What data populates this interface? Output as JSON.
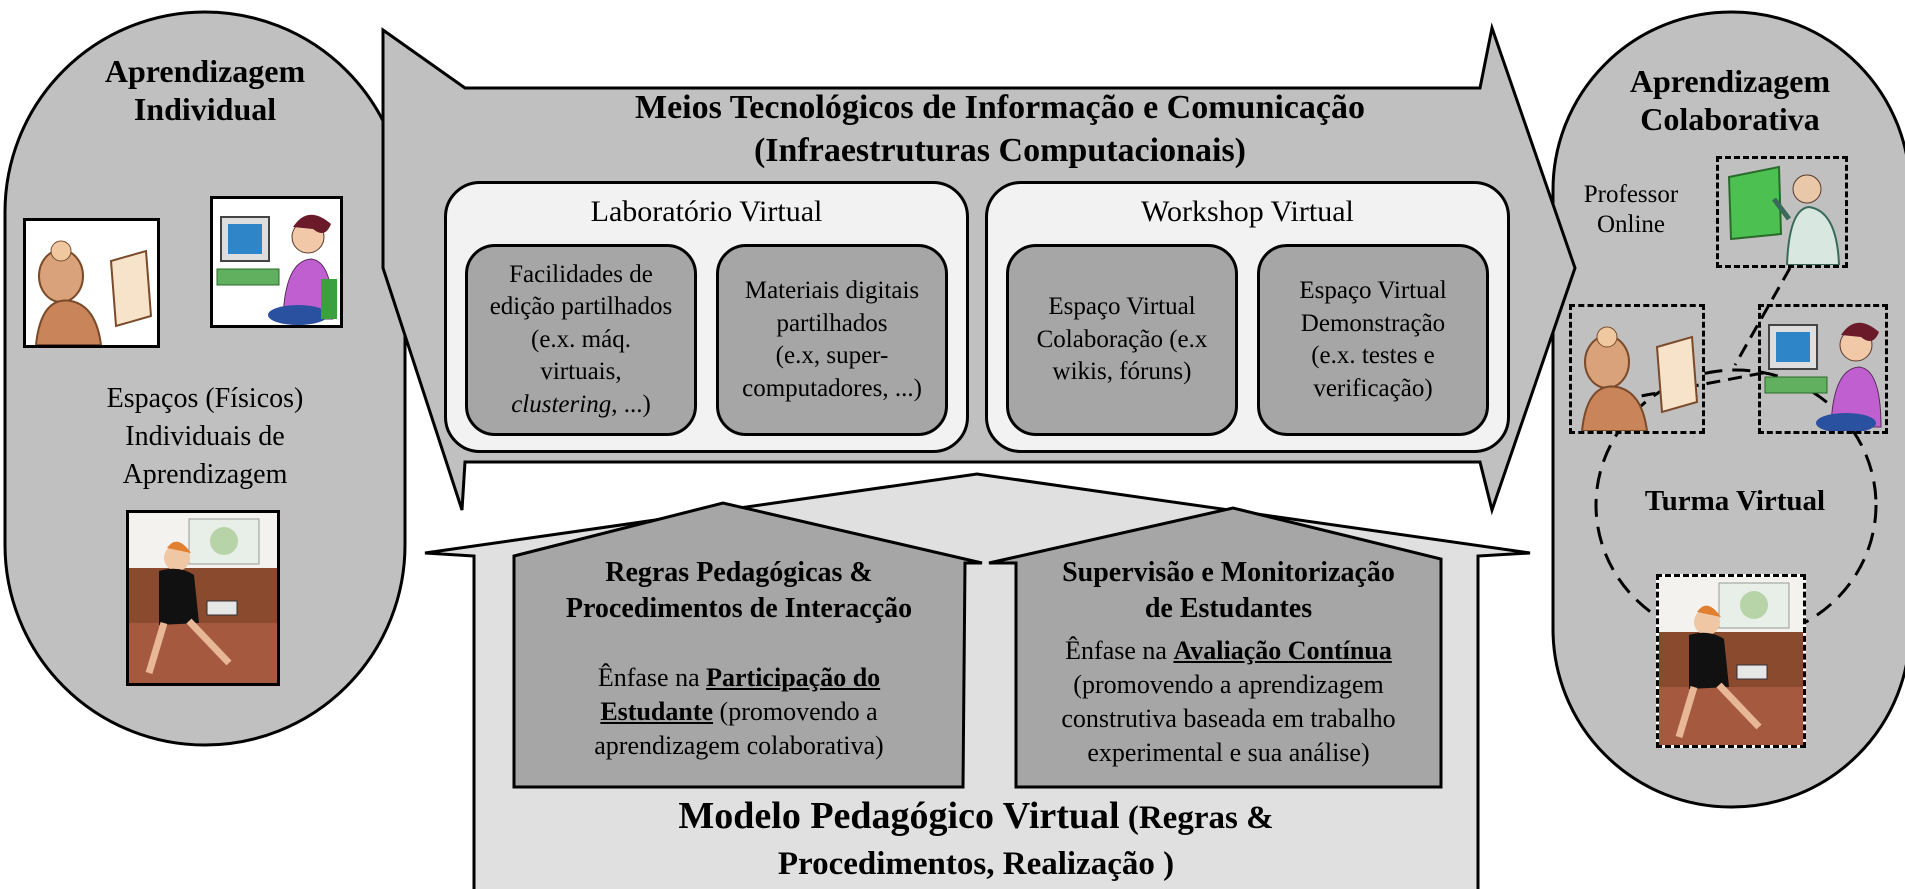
{
  "left": {
    "title_line1": "Aprendizagem",
    "title_line2": "Individual",
    "spaces_line1": "Espaços (Físicos)",
    "spaces_line2": "Individuais de",
    "spaces_line3": "Aprendizagem"
  },
  "right": {
    "title_line1": "Aprendizagem",
    "title_line2": "Colaborativa",
    "professor_line1": "Professor",
    "professor_line2": "Online",
    "class_label": "Turma Virtual"
  },
  "tech": {
    "title_line1": "Meios Tecnológicos de Informação e Comunicação",
    "title_line2": "(Infraestruturas Computacionais)",
    "lab": {
      "title": "Laboratório Virtual",
      "box1": {
        "l1": "Facilidades de",
        "l2": "edição partilhados",
        "l3": "(e.x. máq.",
        "l4": "virtuais,",
        "l5_italic": "clustering",
        "l5_rest": ", ...)"
      },
      "box2": {
        "l1": "Materiais digitais",
        "l2": "partilhados",
        "l3": "(e.x, super-",
        "l4": "computadores, ...)"
      }
    },
    "workshop": {
      "title": "Workshop Virtual",
      "box1": {
        "l1": "Espaço Virtual",
        "l2": "Colaboração (e.x",
        "l3": "wikis, fóruns)"
      },
      "box2": {
        "l1": "Espaço Virtual",
        "l2": "Demonstração",
        "l3": "(e.x. testes e",
        "l4": "verificação)"
      }
    }
  },
  "pedagogy": {
    "rules": {
      "title_line1": "Regras Pedagógicas &",
      "title_line2": "Procedimentos de Interacção",
      "prefix": "Ênfase na ",
      "emph1": "Participação do",
      "emph2": "Estudante",
      "rest1": " (promovendo a",
      "rest2": "aprendizagem colaborativa)"
    },
    "supervision": {
      "title_line1": "Supervisão e Monitorização",
      "title_line2": "de Estudantes",
      "prefix": "Ênfase na ",
      "emph": "Avaliação Contínua",
      "l2": "(promovendo a aprendizagem",
      "l3": "construtiva baseada em trabalho",
      "l4": "experimental e sua análise)"
    },
    "model_line1_bold": "Modelo Pedagógico Virtual",
    "model_line1_rest": " (Regras &",
    "model_line2": "Procedimentos, Realização )"
  },
  "colors": {
    "panel": "#c0c0c0",
    "inner_panel": "#f2f2f2",
    "sub_box": "#a6a6a6",
    "house": "#e0e0e0",
    "outline": "#000000"
  }
}
